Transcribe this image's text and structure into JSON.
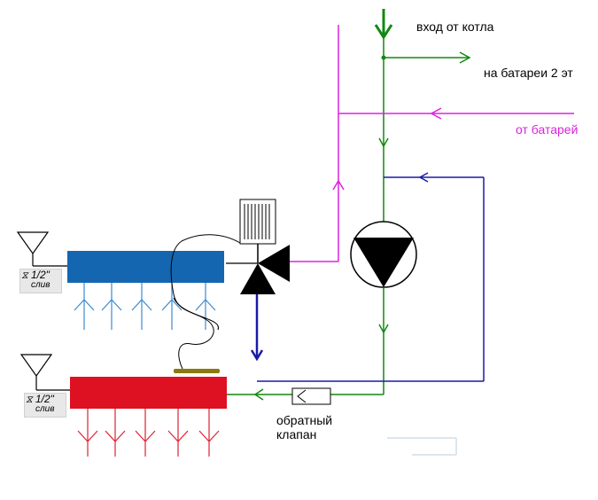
{
  "labels": {
    "inlet": "вход от котла",
    "to_radiators": "на батареи 2 эт",
    "from_radiators": "от батарей",
    "check_valve": "обратный клапан",
    "drain_size": "1/2\"",
    "drain_word": "слив"
  },
  "colors": {
    "supply_line": "#118811",
    "return_line": "#1a1aa8",
    "radiator_return": "#dd22dd",
    "blue_manifold": "#1566b0",
    "red_manifold": "#dd1122",
    "floor_loop_blue": "#3a8ad0",
    "floor_loop_red": "#e02030",
    "sensor": "#8a7a10"
  }
}
